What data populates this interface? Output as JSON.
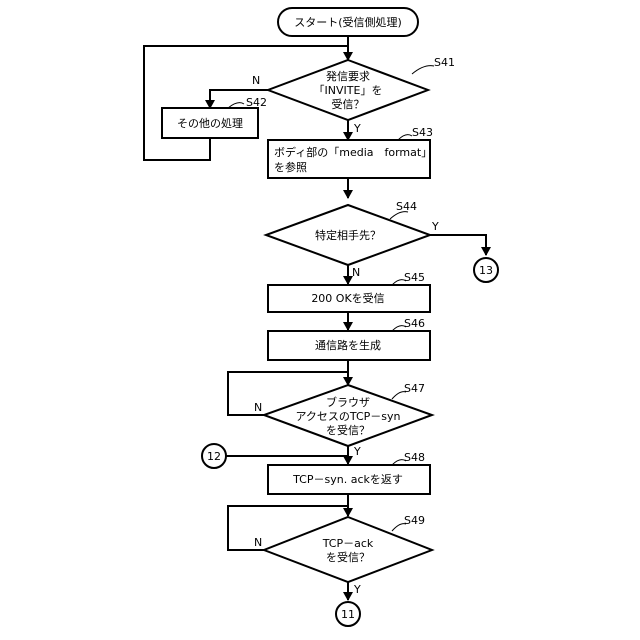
{
  "start": {
    "label": "スタート(受信側処理)"
  },
  "steps": {
    "s41": {
      "id": "S41",
      "lines": [
        "発信要求",
        "「INVITE」を",
        "受信？"
      ],
      "yes": "Y",
      "no": "N"
    },
    "s42": {
      "id": "S42",
      "label": "その他の処理"
    },
    "s43": {
      "id": "S43",
      "lines": [
        "ボディ部の「media　format」",
        "を参照"
      ]
    },
    "s44": {
      "id": "S44",
      "label": "特定相手先？",
      "yes": "Y",
      "no": "N"
    },
    "s45": {
      "id": "S45",
      "label": "200 OKを受信"
    },
    "s46": {
      "id": "S46",
      "label": "通信路を生成"
    },
    "s47": {
      "id": "S47",
      "lines": [
        "ブラウザ",
        "アクセスのTCP－syn",
        "を受信？"
      ],
      "yes": "Y",
      "no": "N"
    },
    "s48": {
      "id": "S48",
      "label": "TCP－syn. ackを返す"
    },
    "s49": {
      "id": "S49",
      "lines": [
        "TCP－ack",
        "を受信？"
      ],
      "yes": "Y",
      "no": "N"
    }
  },
  "connectors": {
    "c11": "11",
    "c12": "12",
    "c13": "13"
  }
}
